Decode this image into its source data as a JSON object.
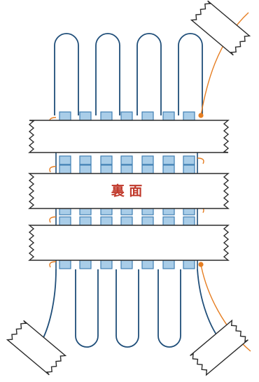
{
  "diagram": {
    "center_label": "裏 面",
    "colors": {
      "loop_stroke": "#1f4e79",
      "square_fill": "#a9cde8",
      "square_stroke": "#3f7fb3",
      "tape_fill": "#ffffff",
      "tape_stroke": "#2b2b2b",
      "thread": "#e67e22",
      "knot": "#e67e22",
      "label": "#c0392b"
    },
    "elements": {
      "loops": "u-shaped-yarn-loops",
      "tapes": "masking-tape-strips",
      "corner_tapes": "corner-masking-tape",
      "squares": "stitch-squares",
      "thread": "orange-thread"
    }
  }
}
